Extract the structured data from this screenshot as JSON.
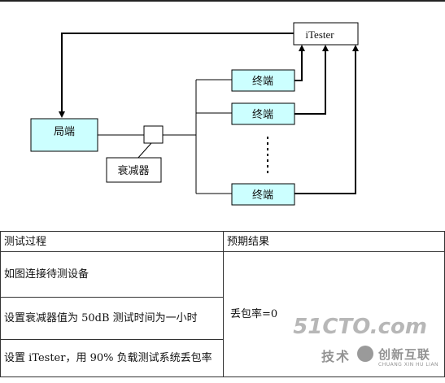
{
  "diagram": {
    "nodes": {
      "itester": "iTester",
      "local_end": "局端",
      "attenuator": "衰减器",
      "terminal_1": "终端",
      "terminal_2": "终端",
      "terminal_3": "终端"
    },
    "colors": {
      "box_fill": "#ccffff",
      "line": "#000000"
    }
  },
  "table": {
    "header": {
      "process": "测试过程",
      "expected": "预期结果"
    },
    "steps": [
      "如图连接待测设备",
      "设置衰减器值为 50dB  测试时间为一小时",
      "设置 iTester，用 90% 负载测试系统丢包率"
    ],
    "expected_result": "丢包率=0"
  },
  "watermark": {
    "brand": "51CTO.com",
    "left_text": "技术",
    "right_text": "创新互联",
    "small_text": "CHUANG XIN HU LIAN"
  }
}
